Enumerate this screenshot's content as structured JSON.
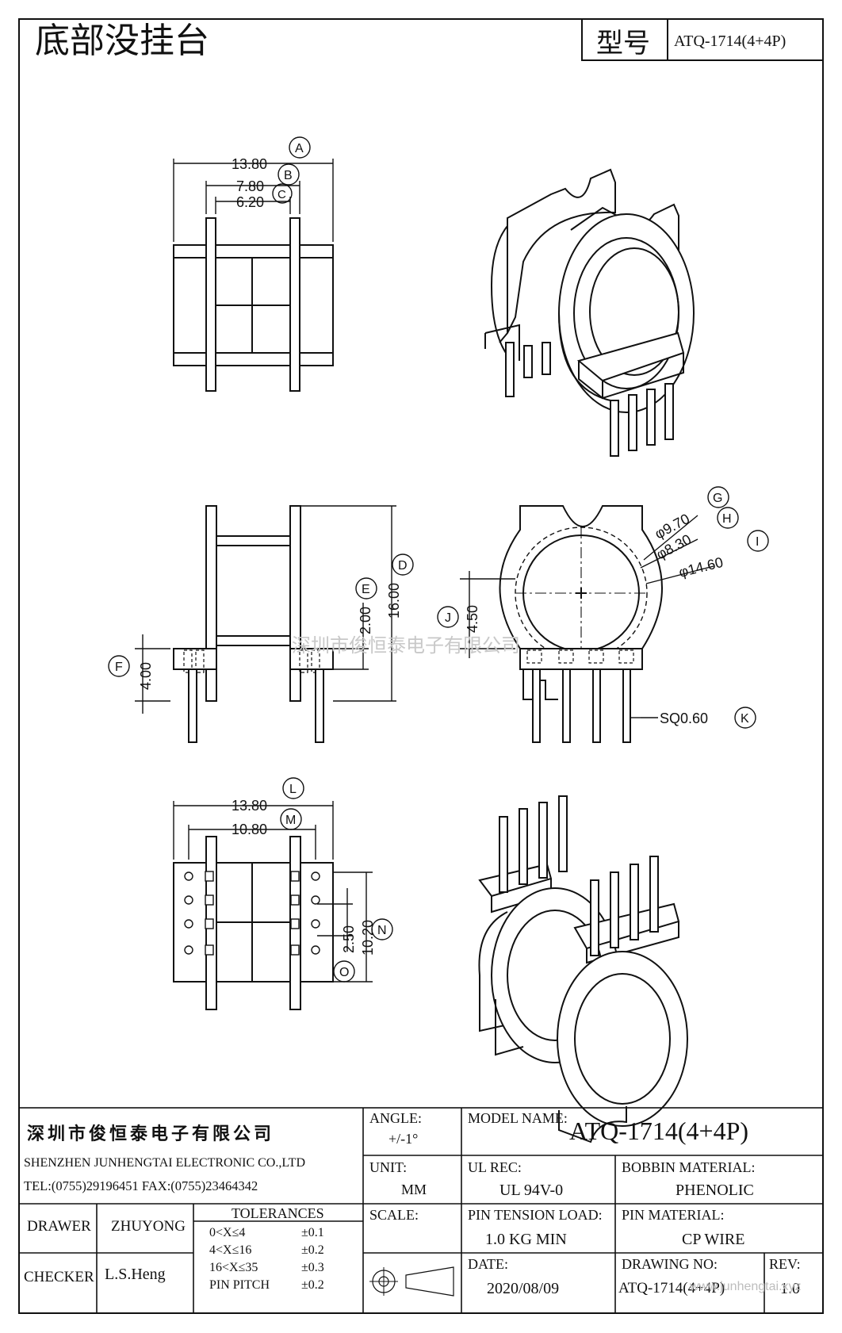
{
  "header": {
    "title": "底部没挂台",
    "model_label": "型号",
    "model_value": "ATQ-1714(4+4P)"
  },
  "dimensions": {
    "top_view": {
      "d1": "13.80",
      "d2": "7.80",
      "d3": "6.20",
      "A": "A",
      "B": "B",
      "C": "C"
    },
    "side_view": {
      "d16": "16.00",
      "d2": "2.00",
      "d4": "4.00",
      "D": "D",
      "E": "E",
      "F": "F"
    },
    "front_view": {
      "g": "φ9.70",
      "h": "φ8.30",
      "i": "φ14.60",
      "j": "4.50",
      "sq": "SQ0.60",
      "G": "G",
      "H": "H",
      "I": "I",
      "J": "J",
      "K": "K"
    },
    "bottom_view": {
      "l": "13.80",
      "m": "10.80",
      "n": "10.20",
      "o": "2.50",
      "L": "L",
      "M": "M",
      "N": "N",
      "O": "O"
    }
  },
  "watermark": "深圳市俊恒泰电子有限公司",
  "title_block": {
    "company_cn": "深圳市俊恒泰电子有限公司",
    "company_en": "SHENZHEN JUNHENGTAI ELECTRONIC CO.,LTD",
    "contact": "TEL:(0755)29196451 FAX:(0755)23464342",
    "angle_label": "ANGLE:",
    "angle_value": "+/-1°",
    "model_name_label": "MODEL NAME:",
    "model_name_value": "ATQ-1714(4+4P)",
    "unit_label": "UNIT:",
    "unit_value": "MM",
    "ul_label": "UL REC:",
    "ul_value": "UL 94V-0",
    "bobbin_label": "BOBBIN MATERIAL:",
    "bobbin_value": "PHENOLIC",
    "drawer_label": "DRAWER",
    "drawer_value": "ZHUYONG",
    "tolerances_label": "TOLERANCES",
    "tol_rows": [
      {
        "range": "0<X≤4",
        "tol": "±0.1"
      },
      {
        "range": "4<X≤16",
        "tol": "±0.2"
      },
      {
        "range": "16<X≤35",
        "tol": "±0.3"
      },
      {
        "range": "PIN PITCH",
        "tol": "±0.2"
      }
    ],
    "scale_label": "SCALE:",
    "pin_tension_label": "PIN TENSION LOAD:",
    "pin_tension_value": "1.0 KG MIN",
    "pin_material_label": "PIN MATERIAL:",
    "pin_material_value": "CP WIRE",
    "checker_label": "CHECKER",
    "checker_value": "L.S.Heng",
    "date_label": "DATE:",
    "date_value": "2020/08/09",
    "drawing_no_label": "DRAWING NO:",
    "drawing_no_value": "ATQ-1714(4+4P)",
    "rev_label": "REV:",
    "rev_value": "1.0",
    "site": "www.junhengtai.xyz"
  }
}
